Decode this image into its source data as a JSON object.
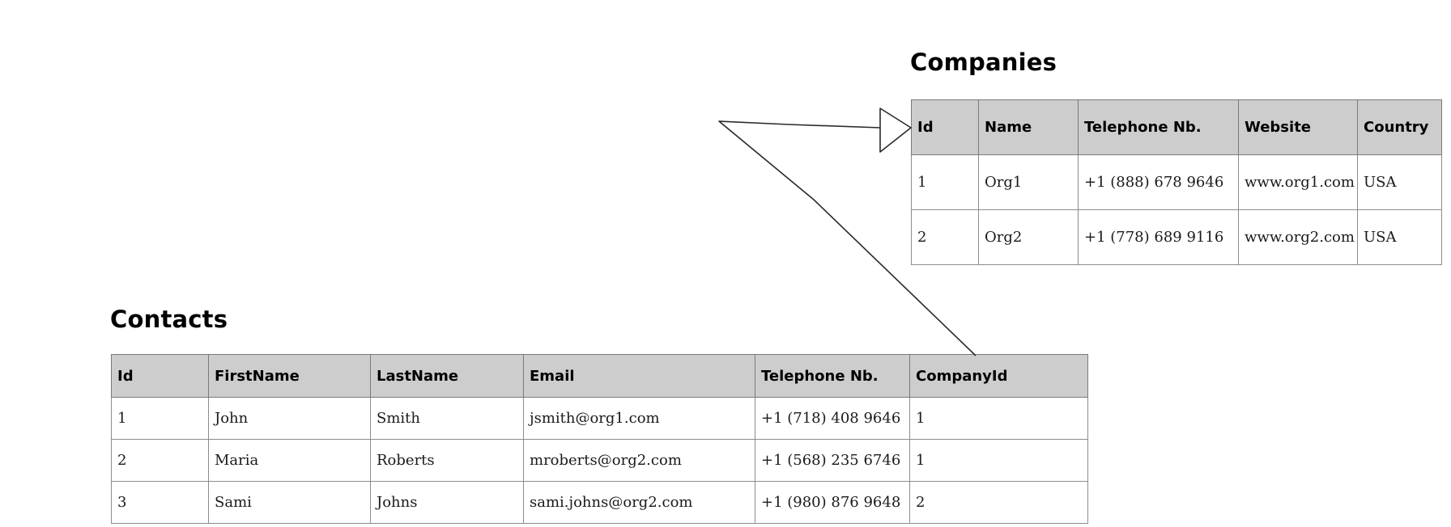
{
  "companies": {
    "title": "Companies",
    "headers": [
      "Id",
      "Name",
      "Telephone Nb.",
      "Website",
      "Country"
    ],
    "rows": [
      [
        "1",
        "Org1",
        "+1 (888) 678 9646",
        "www.org1.com",
        "USA"
      ],
      [
        "2",
        "Org2",
        "+1 (778) 689 9116",
        "www.org2.com",
        "USA"
      ]
    ]
  },
  "contacts": {
    "title": "Contacts",
    "headers": [
      "Id",
      "FirstName",
      "LastName",
      "Email",
      "Telephone Nb.",
      "CompanyId"
    ],
    "rows": [
      [
        "1",
        "John",
        "Smith",
        "jsmith@org1.com",
        "+1 (718) 408 9646",
        "1"
      ],
      [
        "2",
        "Maria",
        "Roberts",
        "mroberts@org2.com",
        "+1 (568) 235 6746",
        "1"
      ],
      [
        "3",
        "Sami",
        "Johns",
        "sami.johns@org2.com",
        "+1 (980) 876 9648",
        "2"
      ]
    ]
  },
  "relationship": {
    "from": "contacts.CompanyId",
    "to": "companies.Id",
    "arrowhead": "hollow-triangle"
  }
}
